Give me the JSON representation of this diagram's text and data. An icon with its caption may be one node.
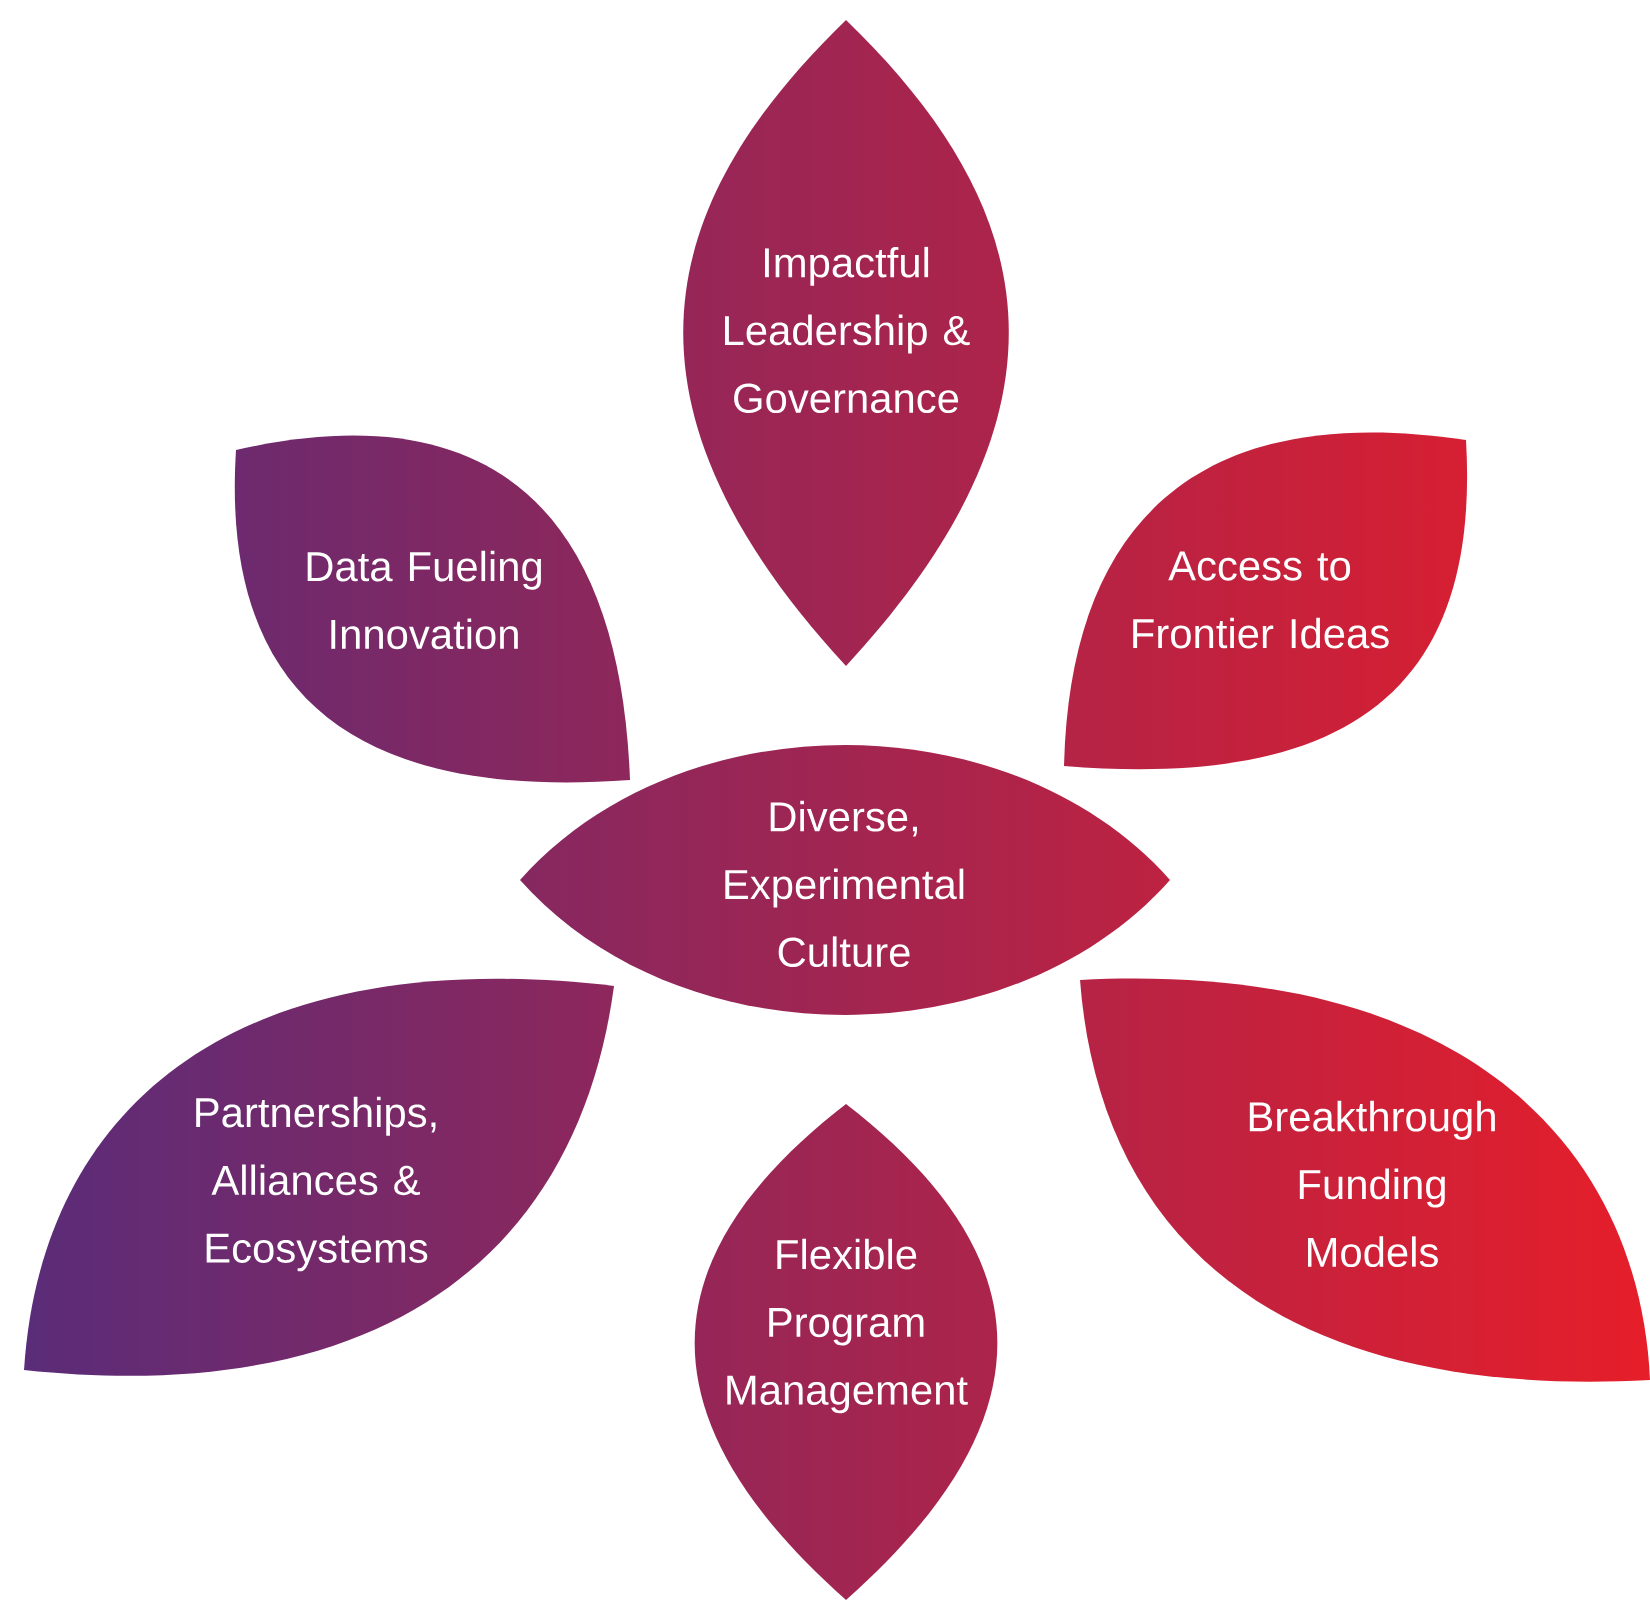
{
  "diagram": {
    "nodes": [
      {
        "text": [
          "Impactful Leadership & Governance"
        ]
      },
      {
        "text": [
          "Data Fueling Innovation"
        ]
      },
      {
        "text": [
          "Access to Frontier Ideas"
        ]
      },
      {
        "text": [
          "Diverse, Experimental Culture"
        ]
      },
      {
        "text": [
          "Partnerships, Alliances & Ecosystems"
        ]
      },
      {
        "text": [
          "Flexible Program Management"
        ]
      },
      {
        "text": [
          "Breakthrough Funding Models"
        ]
      }
    ]
  }
}
